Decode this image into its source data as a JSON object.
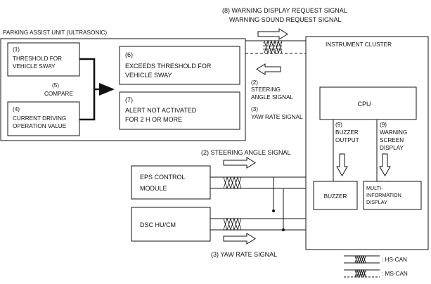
{
  "title_signal_8": {
    "line1": "(8) WARNING DISPLAY REQUEST SIGNAL",
    "line2": "WARNING SOUND REQUEST SIGNAL"
  },
  "parking_unit": {
    "label": "PARKING ASSIST UNIT (ULTRASONIC)",
    "box1": {
      "num": "(1)",
      "line1": "THRESHOLD FOR",
      "line2": "VEHICLE SWAY"
    },
    "compare": {
      "num": "(5)",
      "label": "COMPARE"
    },
    "box4": {
      "num": "(4)",
      "line1": "CURRENT DRIVING",
      "line2": "OPERATION VALUE"
    },
    "box6": {
      "num": "(6)",
      "line1": "EXCEEDS THRESHOLD FOR",
      "line2": "VEHICLE SWAY"
    },
    "box7": {
      "num": "(7)",
      "line1": "ALERT NOT ACTIVATED",
      "line2": "FOR 2 H OR MORE"
    }
  },
  "signals_right": {
    "s2": {
      "num": "(2)",
      "line1": "STEERING",
      "line2": "ANGLE SIGNAL"
    },
    "s3": {
      "num": "(3)",
      "line1": "YAW RATE SIGNAL"
    }
  },
  "cluster": {
    "label": "INSTRUMENT CLUSTER",
    "cpu": "CPU",
    "buzzer_output": {
      "num": "(9)",
      "line1": "BUZZER",
      "line2": "OUTPUT"
    },
    "warning_screen": {
      "num": "(9)",
      "line1": "WARNING",
      "line2": "SCREEN",
      "line3": "DISPLAY"
    },
    "buzzer": "BUZZER",
    "mid": {
      "line1": "MULTI-",
      "line2": "INFORMATION",
      "line3": "DISPLAY"
    }
  },
  "bottom": {
    "steering_signal": "(2) STEERING ANGLE SIGNAL",
    "yaw_signal": "(3) YAW RATE SIGNAL",
    "eps": {
      "line1": "EPS CONTROL",
      "line2": "MODULE"
    },
    "dsc": "DSC HU/CM"
  },
  "legend": {
    "hs_can": ": HS-CAN",
    "ms_can": ": MS-CAN"
  }
}
